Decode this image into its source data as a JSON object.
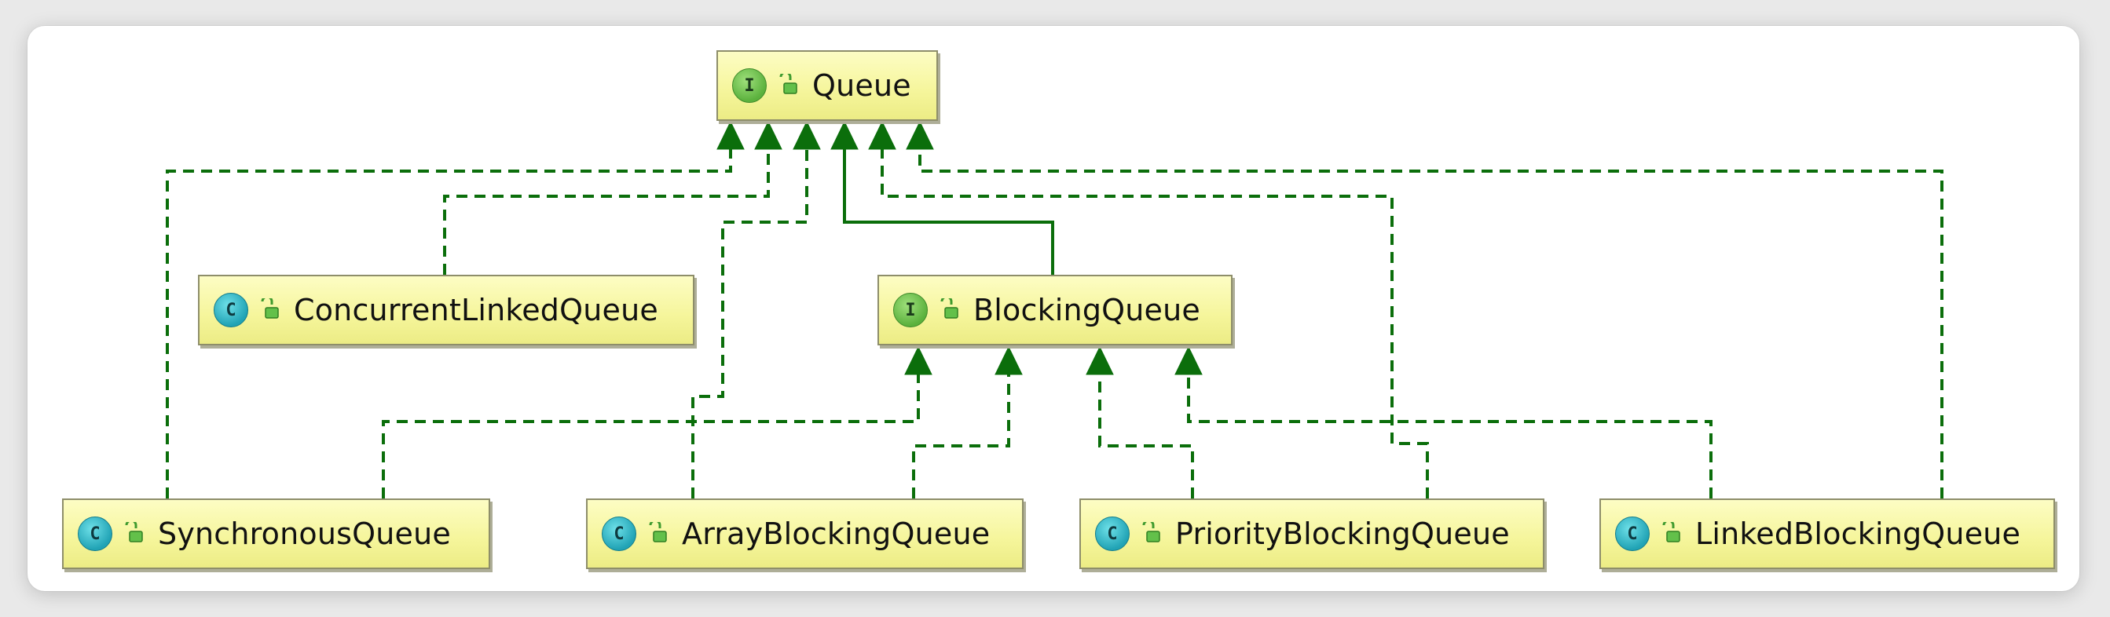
{
  "diagram": {
    "type": "uml-class-hierarchy",
    "colors": {
      "edge": "#0b6e0b",
      "node_fill": "#f7f7a6",
      "node_border": "#8e8e6a",
      "interface_badge": "#5bb13d",
      "class_badge": "#21a3b5"
    },
    "nodes": {
      "queue": {
        "label": "Queue",
        "kind": "interface",
        "badge": "I"
      },
      "blocking_queue": {
        "label": "BlockingQueue",
        "kind": "interface",
        "badge": "I"
      },
      "concurrent_linked_queue": {
        "label": "ConcurrentLinkedQueue",
        "kind": "class",
        "badge": "C"
      },
      "synchronous_queue": {
        "label": "SynchronousQueue",
        "kind": "class",
        "badge": "C"
      },
      "array_blocking_queue": {
        "label": "ArrayBlockingQueue",
        "kind": "class",
        "badge": "C"
      },
      "priority_blocking_queue": {
        "label": "PriorityBlockingQueue",
        "kind": "class",
        "badge": "C"
      },
      "linked_blocking_queue": {
        "label": "LinkedBlockingQueue",
        "kind": "class",
        "badge": "C"
      }
    },
    "edges": [
      {
        "from": "SynchronousQueue",
        "to": "Queue",
        "style": "dashed"
      },
      {
        "from": "ConcurrentLinkedQueue",
        "to": "Queue",
        "style": "dashed"
      },
      {
        "from": "ArrayBlockingQueue",
        "to": "Queue",
        "style": "dashed"
      },
      {
        "from": "BlockingQueue",
        "to": "Queue",
        "style": "solid"
      },
      {
        "from": "PriorityBlockingQueue",
        "to": "Queue",
        "style": "dashed"
      },
      {
        "from": "LinkedBlockingQueue",
        "to": "Queue",
        "style": "dashed"
      },
      {
        "from": "SynchronousQueue",
        "to": "BlockingQueue",
        "style": "dashed"
      },
      {
        "from": "ArrayBlockingQueue",
        "to": "BlockingQueue",
        "style": "dashed"
      },
      {
        "from": "PriorityBlockingQueue",
        "to": "BlockingQueue",
        "style": "dashed"
      },
      {
        "from": "LinkedBlockingQueue",
        "to": "BlockingQueue",
        "style": "dashed"
      }
    ]
  }
}
